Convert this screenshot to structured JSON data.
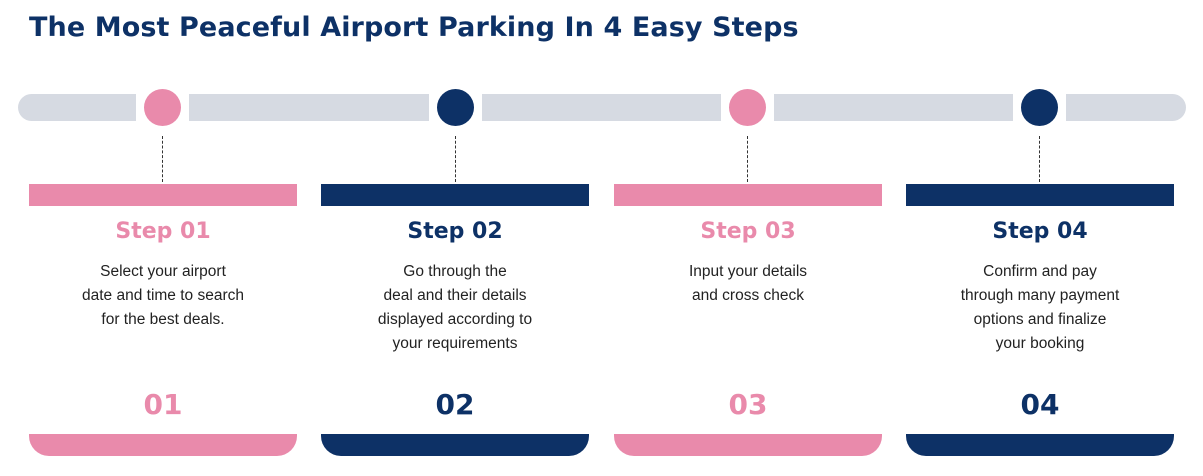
{
  "title": "The Most Peaceful Airport Parking In 4 Easy Steps",
  "colors": {
    "pink": "#e98aab",
    "navy": "#0d3166",
    "track": "#d6dae2"
  },
  "steps": [
    {
      "label": "Step 01",
      "number": "01",
      "color": "pink",
      "description": [
        "Select your airport",
        "date and time to search",
        "for the best deals."
      ]
    },
    {
      "label": "Step 02",
      "number": "02",
      "color": "navy",
      "description": [
        "Go through the",
        "deal and their details",
        "displayed according to",
        "your requirements"
      ]
    },
    {
      "label": "Step 03",
      "number": "03",
      "color": "pink",
      "description": [
        "Input your details",
        "and cross check"
      ]
    },
    {
      "label": "Step 04",
      "number": "04",
      "color": "navy",
      "description": [
        "Confirm and pay",
        "through many payment",
        "options and finalize",
        "your booking"
      ]
    }
  ]
}
